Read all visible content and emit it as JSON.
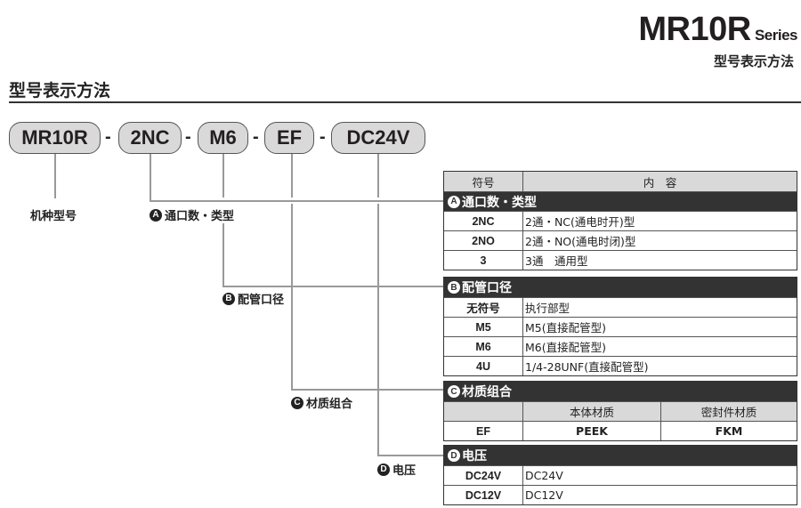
{
  "header": {
    "series_model": "MR10R",
    "series_word": "Series",
    "subtitle": "型号表示方法"
  },
  "section_title": "型号表示方法",
  "code": {
    "parts": [
      "MR10R",
      "2NC",
      "M6",
      "EF",
      "DC24V"
    ],
    "separator": "-"
  },
  "labels": {
    "model": "机种型号",
    "a": "通口数・类型",
    "b": "配管口径",
    "c": "材质组合",
    "d": "电压"
  },
  "markers": {
    "a": "A",
    "b": "B",
    "c": "C",
    "d": "D"
  },
  "table": {
    "header": {
      "symbol": "符号",
      "content": "内　容"
    },
    "a": {
      "title": "通口数・类型",
      "rows": [
        {
          "code": "2NC",
          "desc": "2通・NC(通电时开)型"
        },
        {
          "code": "2NO",
          "desc": "2通・NO(通电时闭)型"
        },
        {
          "code": "3",
          "desc": "3通　通用型"
        }
      ]
    },
    "b": {
      "title": "配管口径",
      "rows": [
        {
          "code": "无符号",
          "desc": "执行部型"
        },
        {
          "code": "M5",
          "desc": "M5(直接配管型)"
        },
        {
          "code": "M6",
          "desc": "M6(直接配管型)"
        },
        {
          "code": "4U",
          "desc": "1/4-28UNF(直接配管型)"
        }
      ]
    },
    "c": {
      "title": "材质组合",
      "col_body": "本体材质",
      "col_seal": "密封件材质",
      "rows": [
        {
          "code": "EF",
          "body": "PEEK",
          "seal": "FKM"
        }
      ]
    },
    "d": {
      "title": "电压",
      "rows": [
        {
          "code": "DC24V",
          "desc": "DC24V"
        },
        {
          "code": "DC12V",
          "desc": "DC12V"
        }
      ]
    }
  }
}
